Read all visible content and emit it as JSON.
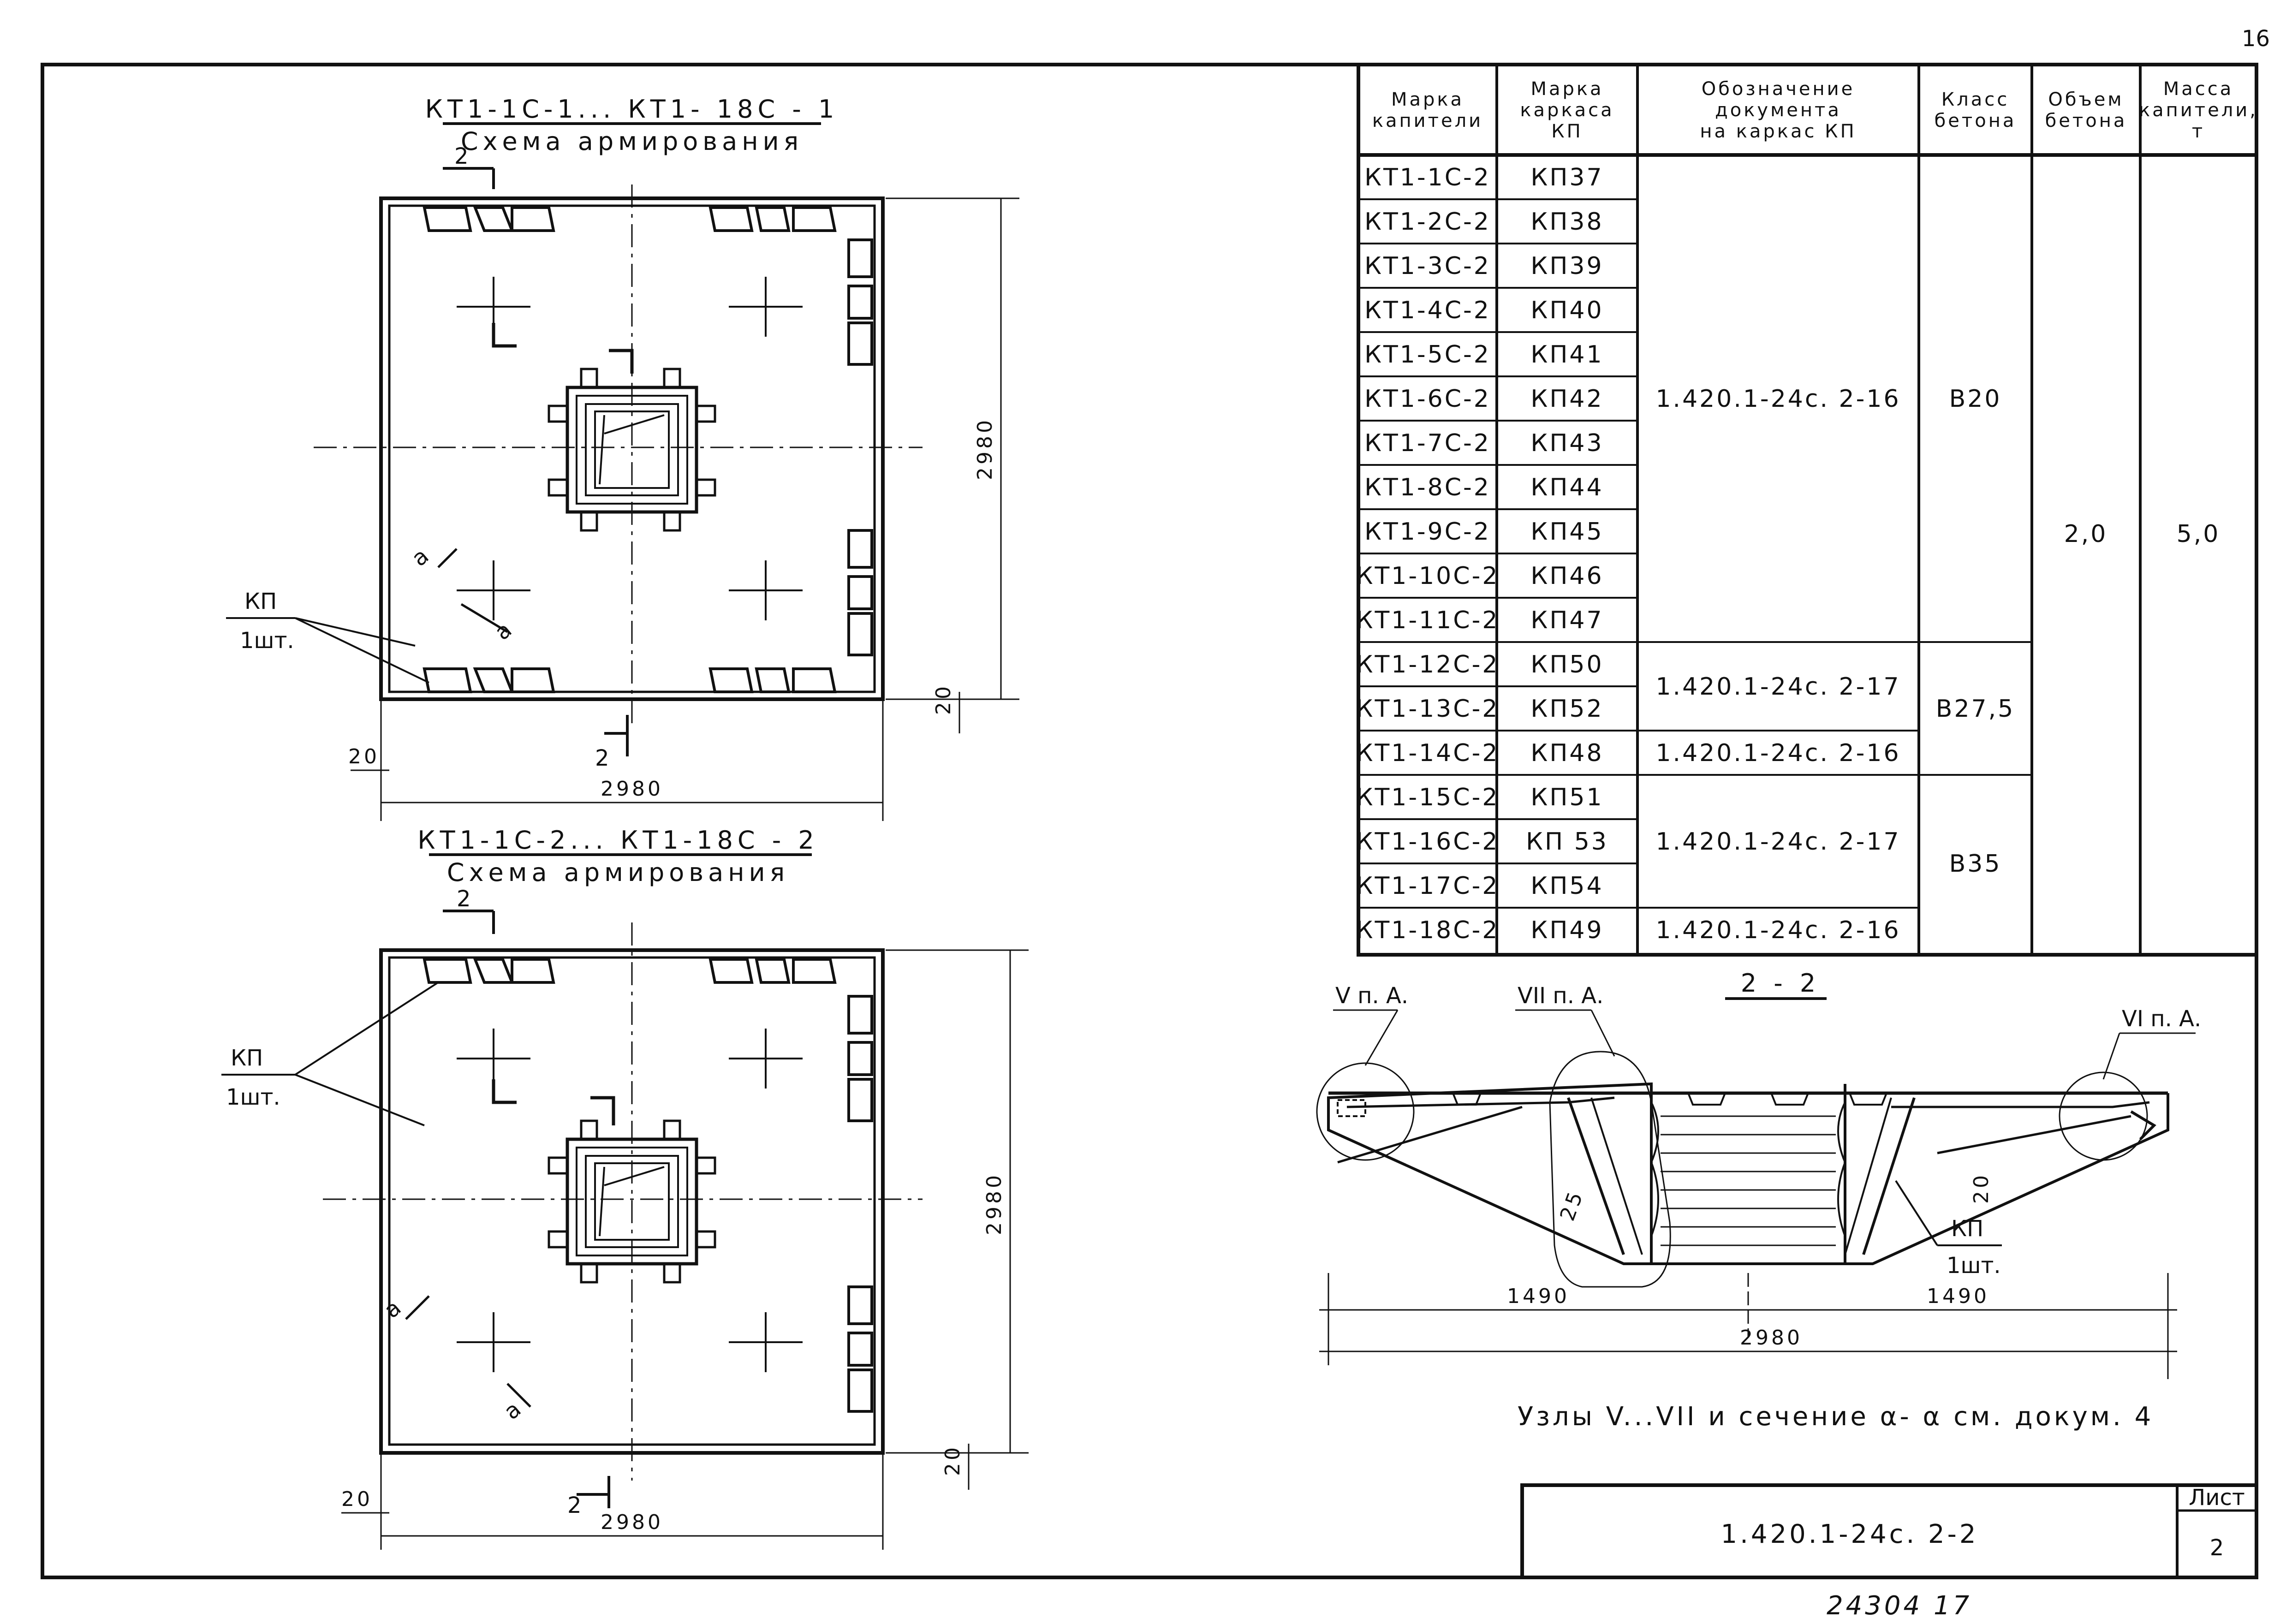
{
  "page_number": "16",
  "top_plan": {
    "title": "КТ1-1С-1... КТ1- 18С - 1",
    "subtitle": "Схема армирования",
    "section_mark": "2",
    "section_a": "а",
    "dim_width": "2980",
    "dim_height": "2980",
    "dim_edge": "20",
    "callout_kp": "КП",
    "callout_qty": "1шт."
  },
  "bottom_plan": {
    "title": "КТ1-1С-2... КТ1-18С - 2",
    "subtitle": "Схема армирования",
    "section_mark": "2",
    "section_a": "а",
    "dim_width": "2980",
    "dim_height": "2980",
    "dim_edge": "20",
    "callout_kp": "КП",
    "callout_qty": "1шт."
  },
  "table": {
    "headers": [
      [
        "Марка",
        "капители"
      ],
      [
        "Марка",
        "каркаса",
        "КП"
      ],
      [
        "Обозначение",
        "документа",
        "на каркас КП"
      ],
      [
        "Класс",
        "бетона"
      ],
      [
        "Объем",
        "бетона"
      ],
      [
        "Масса",
        "капители,",
        "т"
      ]
    ],
    "rows": [
      {
        "mark": "КТ1-1С-2",
        "kp": "КП37"
      },
      {
        "mark": "КТ1-2С-2",
        "kp": "КП38"
      },
      {
        "mark": "КТ1-3С-2",
        "kp": "КП39"
      },
      {
        "mark": "КТ1-4С-2",
        "kp": "КП40"
      },
      {
        "mark": "КТ1-5С-2",
        "kp": "КП41"
      },
      {
        "mark": "КТ1-6С-2",
        "kp": "КП42"
      },
      {
        "mark": "КТ1-7С-2",
        "kp": "КП43"
      },
      {
        "mark": "КТ1-8С-2",
        "kp": "КП44"
      },
      {
        "mark": "КТ1-9С-2",
        "kp": "КП45"
      },
      {
        "mark": "КТ1-10С-2",
        "kp": "КП46"
      },
      {
        "mark": "КТ1-11С-2",
        "kp": "КП47"
      },
      {
        "mark": "КТ1-12С-2",
        "kp": "КП50"
      },
      {
        "mark": "КТ1-13С-2",
        "kp": "КП52"
      },
      {
        "mark": "КТ1-14С-2",
        "kp": "КП48"
      },
      {
        "mark": "КТ1-15С-2",
        "kp": "КП51"
      },
      {
        "mark": "КТ1-16С-2",
        "kp": "КП 53"
      },
      {
        "mark": "КТ1-17С-2",
        "kp": "КП54"
      },
      {
        "mark": "КТ1-18С-2",
        "kp": "КП49"
      }
    ],
    "doc_groups": [
      {
        "text": "1.420.1-24с. 2-16",
        "from": 0,
        "to": 10
      },
      {
        "text": "1.420.1-24с. 2-17",
        "from": 11,
        "to": 12
      },
      {
        "text": "1.420.1-24с. 2-16",
        "from": 13,
        "to": 13
      },
      {
        "text": "1.420.1-24с. 2-17",
        "from": 14,
        "to": 16
      },
      {
        "text": "1.420.1-24с. 2-16",
        "from": 17,
        "to": 17
      }
    ],
    "class_groups": [
      {
        "text": "В20",
        "from": 0,
        "to": 10
      },
      {
        "text": "В27,5",
        "from": 11,
        "to": 13
      },
      {
        "text": "В35",
        "from": 14,
        "to": 17
      }
    ],
    "volume": "2,0",
    "mass": "5,0"
  },
  "section": {
    "title": "2 - 2",
    "node_v": "V п. А.",
    "node_vii": "VII п. А.",
    "node_vi": "VI п. А.",
    "dim_half_left": "1490",
    "dim_half_right": "1490",
    "dim_total": "2980",
    "dim_20": "20",
    "dim_25": "25",
    "callout_kp": "КП",
    "callout_qty": "1шт."
  },
  "note": "Узлы V...VII и сечение α- α см. докум. 4",
  "stamp": {
    "doc_code": "1.420.1-24с. 2-2",
    "sheet_label": "Лист",
    "sheet_number": "2"
  },
  "archive_number": "24304 17"
}
